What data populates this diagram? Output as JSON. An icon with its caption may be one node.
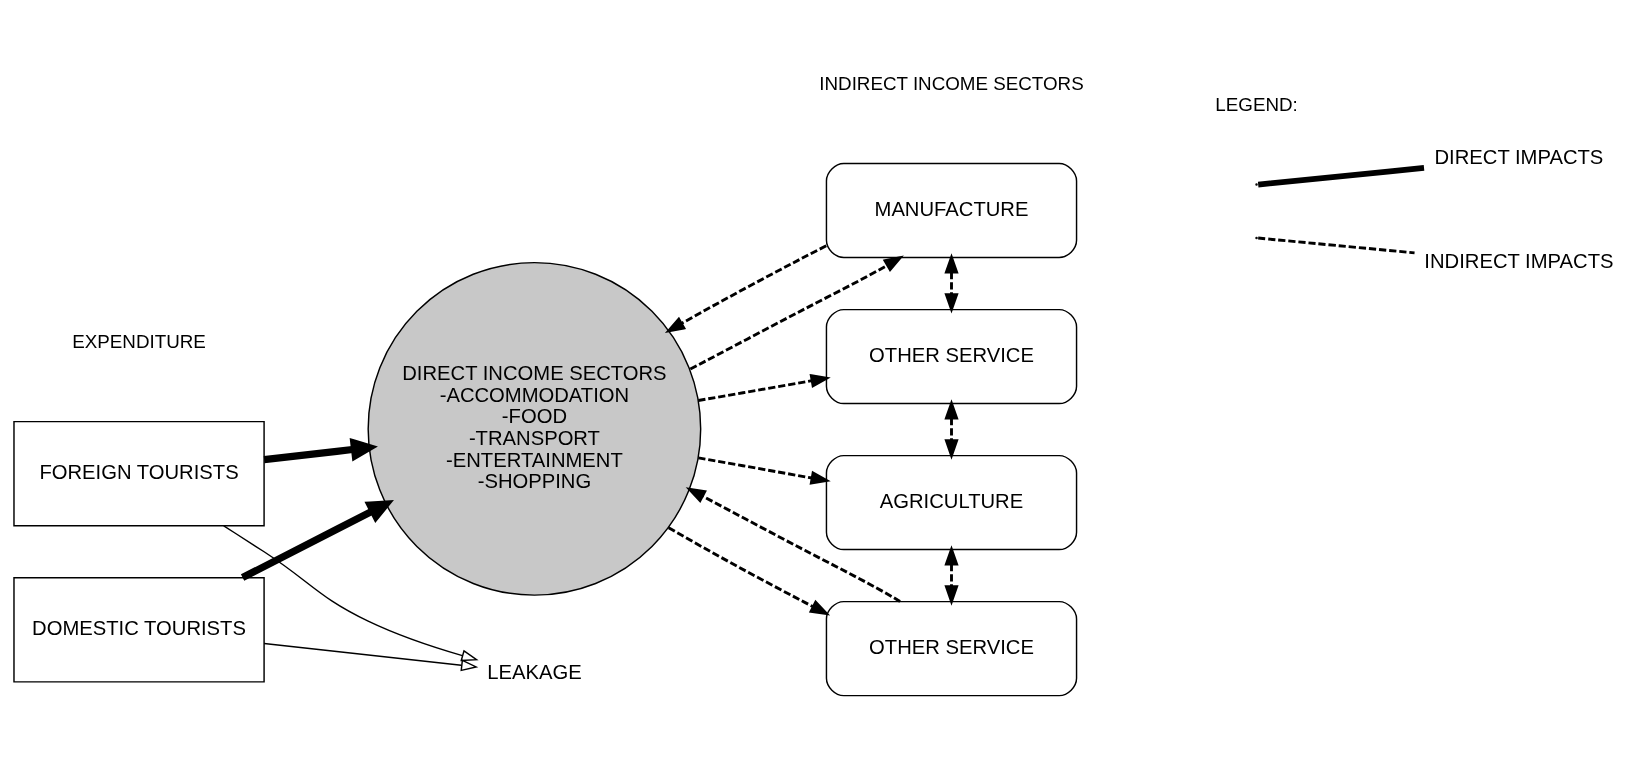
{
  "diagram": {
    "nodes": [
      {
        "text": [
          "FOREIGN TOURISTS"
        ]
      },
      {
        "text": [
          "DOMESTIC TOURISTS"
        ]
      },
      {
        "text": [
          "DIRECT INCOME SECTORS",
          "-ACCOMMODATION -FOOD -TRANSPORT -ENTERTAINMENT -SHOPPING"
        ]
      },
      {
        "text": [
          "MANUFACTURE"
        ]
      },
      {
        "text": [
          "OTHER SERVICE"
        ]
      },
      {
        "text": [
          "AGRICULTURE"
        ]
      },
      {
        "text": [
          "OTHER SERVICE"
        ]
      },
      {
        "text": [
          "LEAKAGE"
        ]
      }
    ],
    "edges": [
      {
        "from": 0,
        "to": 2,
        "arrow": "to",
        "style": "thick"
      },
      {
        "from": 1,
        "to": 2,
        "arrow": "to",
        "style": "thick"
      },
      {
        "from": 0,
        "to": 7,
        "arrow": "to"
      },
      {
        "from": 1,
        "to": 7,
        "arrow": "to"
      },
      {
        "from": 2,
        "to": 3,
        "arrow": "to",
        "style": "dashed"
      },
      {
        "from": 2,
        "to": 4,
        "arrow": "to",
        "style": "dashed"
      },
      {
        "from": 2,
        "to": 5,
        "arrow": "to",
        "style": "dashed"
      },
      {
        "from": 2,
        "to": 6,
        "arrow": "to",
        "style": "dashed"
      },
      {
        "from": 3,
        "to": 4,
        "arrow": "both",
        "style": "dashed"
      },
      {
        "from": 4,
        "to": 5,
        "arrow": "both",
        "style": "dashed"
      },
      {
        "from": 5,
        "to": 6,
        "arrow": "both",
        "style": "dashed"
      },
      {
        "from": 3,
        "to": 2,
        "arrow": "to",
        "style": "dashed"
      },
      {
        "from": 6,
        "to": 2,
        "arrow": "to",
        "style": "dashed"
      }
    ],
    "labels": [
      "INDIRECT INCOME SECTORS",
      "EXPENDITURE",
      "LEGEND:"
    ],
    "legend": [
      {
        "text": "DIRECT IMPACTS"
      },
      {
        "text": "INDIRECT IMPACTS"
      }
    ]
  }
}
